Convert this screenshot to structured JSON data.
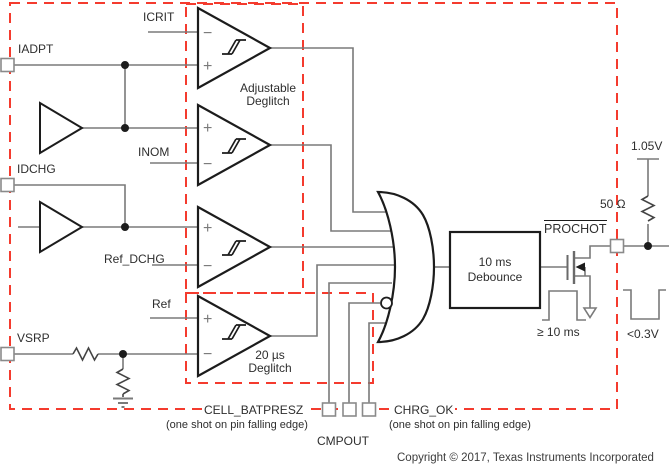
{
  "pins": {
    "iadpt": "IADPT",
    "idchg": "IDCHG",
    "vsrp": "VSRP",
    "prochot": "PROCHOT",
    "cell_batpresz": "CELL_BATPRESZ",
    "cmpout": "CMPOUT",
    "chrg_ok": "CHRG_OK",
    "one_shot_note": "(one shot on pin falling edge)"
  },
  "references": {
    "icrit": "ICRIT",
    "inom": "INOM",
    "ref_dchg": "Ref_DCHG",
    "ref": "Ref"
  },
  "blocks": {
    "adjustable_deglitch": {
      "line1": "Adjustable",
      "line2": "Deglitch"
    },
    "deglitch_20us": {
      "line1": "20 µs",
      "line2": "Deglitch"
    },
    "debounce": {
      "line1": "10 ms",
      "line2": "Debounce"
    }
  },
  "signs": {
    "plus": "+",
    "minus": "−"
  },
  "annotations": {
    "supply_voltage": "1.05V",
    "pullup_resistor": "50 Ω",
    "pulse_width": "≥ 10 ms",
    "output_low": "<0.3V"
  },
  "footer": {
    "copyright": "Copyright © 2017, Texas Instruments Incorporated"
  },
  "colors": {
    "boundary_red": "#f43b2e",
    "wire_gray": "#7a7a7a",
    "symbol_black": "#1c1c1c"
  }
}
